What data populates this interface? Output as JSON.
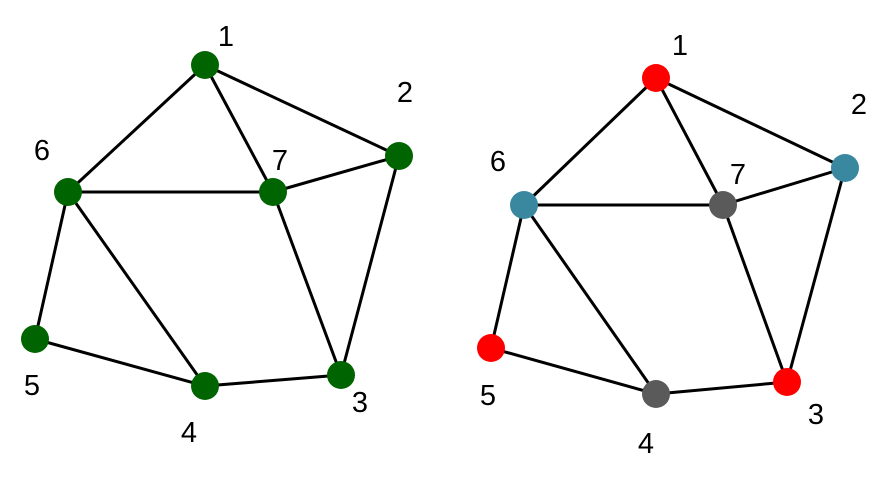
{
  "graphs": [
    {
      "id": "left",
      "nodes": [
        {
          "id": "1",
          "label": "1",
          "color": "#006400"
        },
        {
          "id": "2",
          "label": "2",
          "color": "#006400"
        },
        {
          "id": "3",
          "label": "3",
          "color": "#006400"
        },
        {
          "id": "4",
          "label": "4",
          "color": "#006400"
        },
        {
          "id": "5",
          "label": "5",
          "color": "#006400"
        },
        {
          "id": "6",
          "label": "6",
          "color": "#006400"
        },
        {
          "id": "7",
          "label": "7",
          "color": "#006400"
        }
      ],
      "edges": [
        [
          "1",
          "6"
        ],
        [
          "1",
          "7"
        ],
        [
          "1",
          "2"
        ],
        [
          "6",
          "7"
        ],
        [
          "7",
          "2"
        ],
        [
          "2",
          "3"
        ],
        [
          "7",
          "3"
        ],
        [
          "6",
          "4"
        ],
        [
          "6",
          "5"
        ],
        [
          "5",
          "4"
        ],
        [
          "4",
          "3"
        ]
      ]
    },
    {
      "id": "right",
      "nodes": [
        {
          "id": "1",
          "label": "1",
          "color": "#ff0000"
        },
        {
          "id": "2",
          "label": "2",
          "color": "#3a87a0"
        },
        {
          "id": "3",
          "label": "3",
          "color": "#ff0000"
        },
        {
          "id": "4",
          "label": "4",
          "color": "#5a5a5a"
        },
        {
          "id": "5",
          "label": "5",
          "color": "#ff0000"
        },
        {
          "id": "6",
          "label": "6",
          "color": "#3a87a0"
        },
        {
          "id": "7",
          "label": "7",
          "color": "#5a5a5a"
        }
      ],
      "edges": [
        [
          "1",
          "6"
        ],
        [
          "1",
          "7"
        ],
        [
          "1",
          "2"
        ],
        [
          "6",
          "7"
        ],
        [
          "7",
          "2"
        ],
        [
          "2",
          "3"
        ],
        [
          "7",
          "3"
        ],
        [
          "6",
          "4"
        ],
        [
          "6",
          "5"
        ],
        [
          "5",
          "4"
        ],
        [
          "4",
          "3"
        ]
      ]
    }
  ]
}
